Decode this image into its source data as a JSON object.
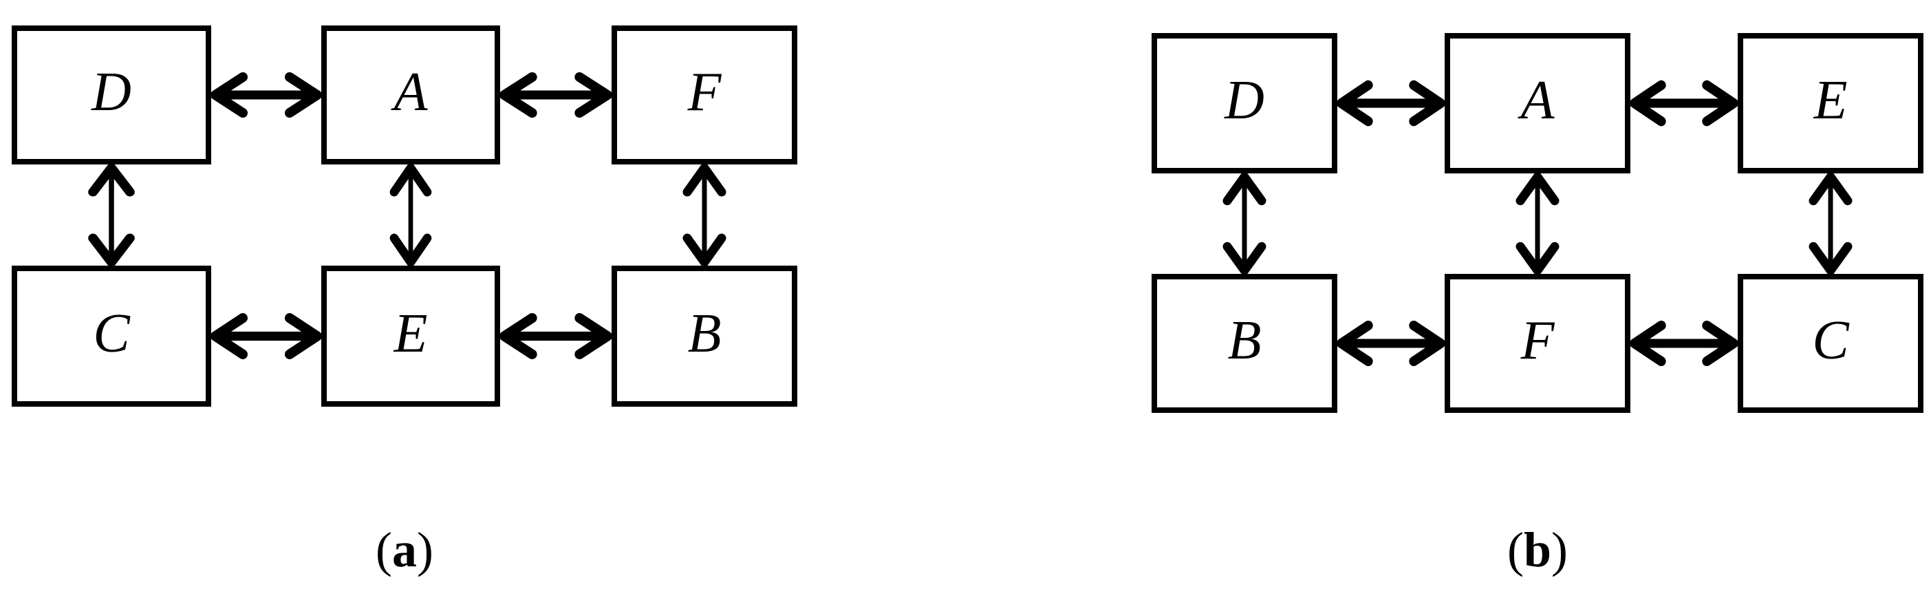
{
  "figure": {
    "background_color": "#ffffff",
    "ink_color": "#000000",
    "description": "Two 2x3 grids of boxes linked by double-headed arrows",
    "diagrams": [
      {
        "id": "a",
        "caption": {
          "open_paren": "(",
          "letter": "a",
          "close_paren": ")"
        },
        "rows": [
          [
            "D",
            "A",
            "F"
          ],
          [
            "C",
            "E",
            "B"
          ]
        ],
        "edges": [
          {
            "from": "D",
            "to": "A",
            "type": "bidirectional"
          },
          {
            "from": "A",
            "to": "F",
            "type": "bidirectional"
          },
          {
            "from": "C",
            "to": "E",
            "type": "bidirectional"
          },
          {
            "from": "E",
            "to": "B",
            "type": "bidirectional"
          },
          {
            "from": "D",
            "to": "C",
            "type": "bidirectional"
          },
          {
            "from": "A",
            "to": "E",
            "type": "bidirectional"
          },
          {
            "from": "F",
            "to": "B",
            "type": "bidirectional"
          }
        ]
      },
      {
        "id": "b",
        "caption": {
          "open_paren": "(",
          "letter": "b",
          "close_paren": ")"
        },
        "rows": [
          [
            "D",
            "A",
            "E"
          ],
          [
            "B",
            "F",
            "C"
          ]
        ],
        "edges": [
          {
            "from": "D",
            "to": "A",
            "type": "bidirectional"
          },
          {
            "from": "A",
            "to": "E",
            "type": "bidirectional"
          },
          {
            "from": "B",
            "to": "F",
            "type": "bidirectional"
          },
          {
            "from": "F",
            "to": "C",
            "type": "bidirectional"
          },
          {
            "from": "D",
            "to": "B",
            "type": "bidirectional"
          },
          {
            "from": "A",
            "to": "F",
            "type": "bidirectional"
          },
          {
            "from": "E",
            "to": "C",
            "type": "bidirectional"
          }
        ]
      }
    ]
  }
}
